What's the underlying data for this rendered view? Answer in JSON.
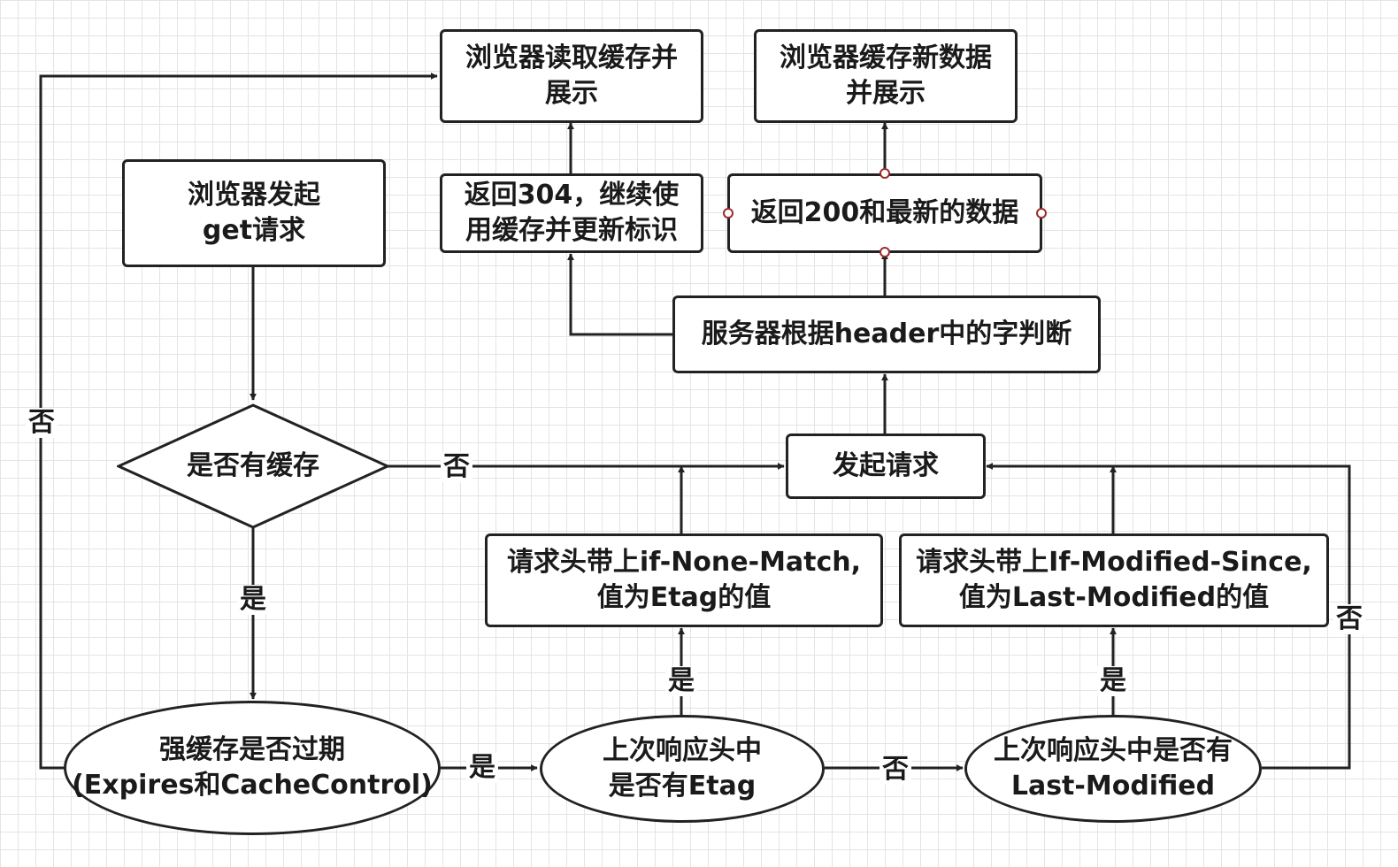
{
  "nodes": {
    "browser_start": [
      "浏览器发起",
      "get请求"
    ],
    "has_cache": [
      "是否有缓存"
    ],
    "strong_expired": [
      "强缓存是否过期",
      "(Expires和CacheControl)"
    ],
    "browser_read_cache": [
      "浏览器读取缓存并",
      "展示"
    ],
    "return_304": [
      "返回304，继续使",
      "用缓存并更新标识"
    ],
    "browser_cache_new": [
      "浏览器缓存新数据",
      "并展示"
    ],
    "return_200": [
      "返回200和最新的数据"
    ],
    "server_judge": [
      "服务器根据header中的字判断"
    ],
    "send_request": [
      "发起请求"
    ],
    "if_none_match": [
      "请求头带上if-None-Match,",
      "值为Etag的值"
    ],
    "if_modified_since": [
      "请求头带上If-Modified-Since,",
      "值为Last-Modified的值"
    ],
    "last_has_etag": [
      "上次响应头中",
      "是否有Etag"
    ],
    "last_has_modified": [
      "上次响应头中是否有",
      "Last-Modified"
    ]
  },
  "edge_labels": {
    "no_cache": "否",
    "has_cache_yes": "是",
    "not_expired": "否",
    "expired_yes": "是",
    "etag_yes": "是",
    "etag_no": "否",
    "modified_yes": "是",
    "modified_no": "否"
  },
  "colors": {
    "stroke": "#222222",
    "handle": "#9b2b2b",
    "grid": "#e4e4e4"
  }
}
